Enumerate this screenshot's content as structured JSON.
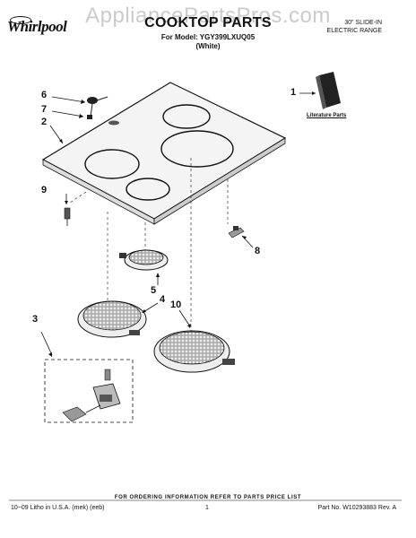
{
  "header": {
    "brand": "Whirlpool",
    "watermark": "AppliancePartsPros.com",
    "title": "COOKTOP PARTS",
    "model": "For Model: YGY399LXUQ05",
    "variant": "(White)",
    "range_line1": "30\" SLIDE-IN",
    "range_line2": "ELECTRIC RANGE"
  },
  "literature": {
    "label": "Literature Parts"
  },
  "callouts": [
    "1",
    "2",
    "3",
    "4",
    "5",
    "6",
    "7",
    "8",
    "9",
    "10"
  ],
  "footer": {
    "ordering_note": "FOR ORDERING INFORMATION REFER TO PARTS PRICE LIST",
    "print_info": "10~09 Litho in U.S.A. (mek) (eeb)",
    "page": "1",
    "part_no": "Part No. W10293883 Rev. A"
  }
}
